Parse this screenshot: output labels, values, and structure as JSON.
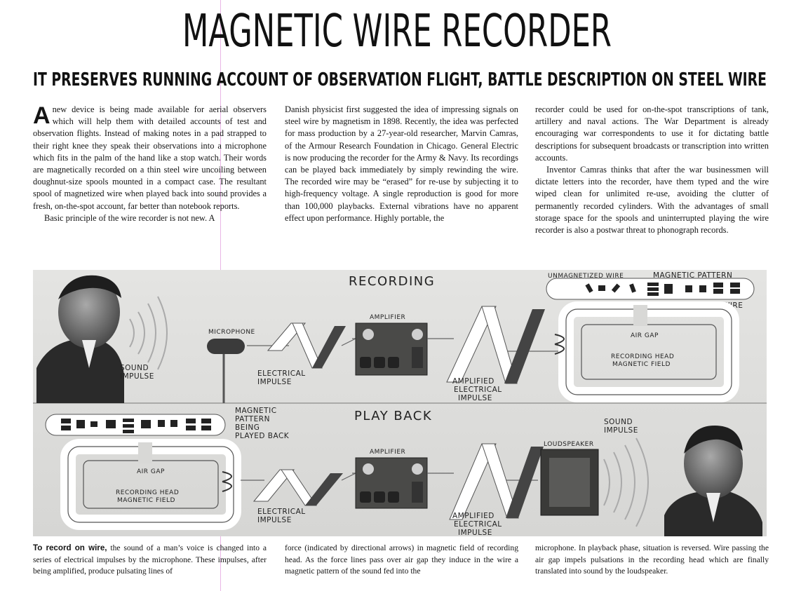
{
  "title": "MAGNETIC WIRE RECORDER",
  "subtitle": "IT PRESERVES RUNNING ACCOUNT OF OBSERVATION FLIGHT, BATTLE DESCRIPTION ON STEEL WIRE",
  "article": {
    "dropcap": "A",
    "col1_p1": "new device is being made available for aerial observers which will help them with detailed accounts of test and observation flights. Instead of making notes in a pad strapped to their right knee they speak their observations into a microphone which fits in the palm of the hand like a stop watch. Their words are magnetically recorded on a thin steel wire uncoiling between doughnut-size spools mounted in a compact case. The resultant spool of magnetized wire when played back into sound provides a fresh, on-the-spot account, far better than notebook reports.",
    "col1_p2": "Basic principle of the wire recorder is not new. A",
    "col2_p1": "Danish physicist first suggested the idea of impressing signals on steel wire by magnetism in 1898. Recently, the idea was perfected for mass production by a 27-year-old researcher, Marvin Camras, of the Armour Research Foundation in Chicago. General Electric is now producing the recorder for the Army & Navy. Its recordings can be played back immediately by simply rewinding the wire. The recorded wire may be “erased” for re-use by subjecting it to high-frequency voltage. A single reproduction is good for more than 100,000 playbacks. External vibrations have no apparent effect upon performance. Highly portable, the",
    "col3_p1": "recorder could be used for on-the-spot transcriptions of tank, artillery and naval actions. The War Department is already encouraging war correspondents to use it for dictating battle descriptions for subsequent broadcasts or transcription into written accounts.",
    "col3_p2": "Inventor Camras thinks that after the war businessmen will dictate letters into the recorder, have them typed and the wire wiped clean for unlimited re-use, avoiding the clutter of permanently recorded cylinders. With the advantages of small storage space for the spools and uninterrupted playing the wire recorder is also a postwar threat to phonograph records."
  },
  "figure": {
    "recording": {
      "heading": "RECORDING",
      "sound_impulse": [
        "SOUND",
        "IMPULSE"
      ],
      "microphone": "MICROPHONE",
      "electrical_impulse": [
        "ELECTRICAL",
        "IMPULSE"
      ],
      "amplifier": "AMPLIFIER",
      "amplified": [
        "AMPLIFIED",
        "ELECTRICAL",
        "IMPULSE"
      ],
      "unmagnetized_wire": "UNMAGNETIZED WIRE",
      "magnetic_pattern": "MAGNETIC PATTERN",
      "on_wire": "ON WIRE",
      "air_gap": "AIR GAP",
      "head_field": [
        "RECORDING HEAD",
        "MAGNETIC FIELD"
      ]
    },
    "playback": {
      "heading": "PLAY BACK",
      "pattern": [
        "MAGNETIC",
        "PATTERN",
        "BEING",
        "PLAYED BACK"
      ],
      "air_gap": "AIR GAP",
      "head_field": [
        "RECORDING HEAD",
        "MAGNETIC FIELD"
      ],
      "electrical_impulse": [
        "ELECTRICAL",
        "IMPULSE"
      ],
      "amplifier": "AMPLIFIER",
      "amplified": [
        "AMPLIFIED",
        "ELECTRICAL",
        "IMPULSE"
      ],
      "loudspeaker": "LOUDSPEAKER",
      "sound_impulse": [
        "SOUND",
        "IMPULSE"
      ]
    }
  },
  "caption": {
    "lead": "To record on wire,",
    "col1_rest": " the sound of a man’s voice is changed into a series of electrical impulses by the microphone. These impulses, after being amplified, produce pulsating lines of",
    "col2": "force (indicated by directional arrows) in magnetic field of recording head. As the force lines pass over air gap they induce in the wire a magnetic pattern of the sound fed into the",
    "col3": "microphone. In playback phase, situation is reversed. Wire passing the air gap impels pulsations in the recording head which are finally translated into sound by the loudspeaker."
  }
}
